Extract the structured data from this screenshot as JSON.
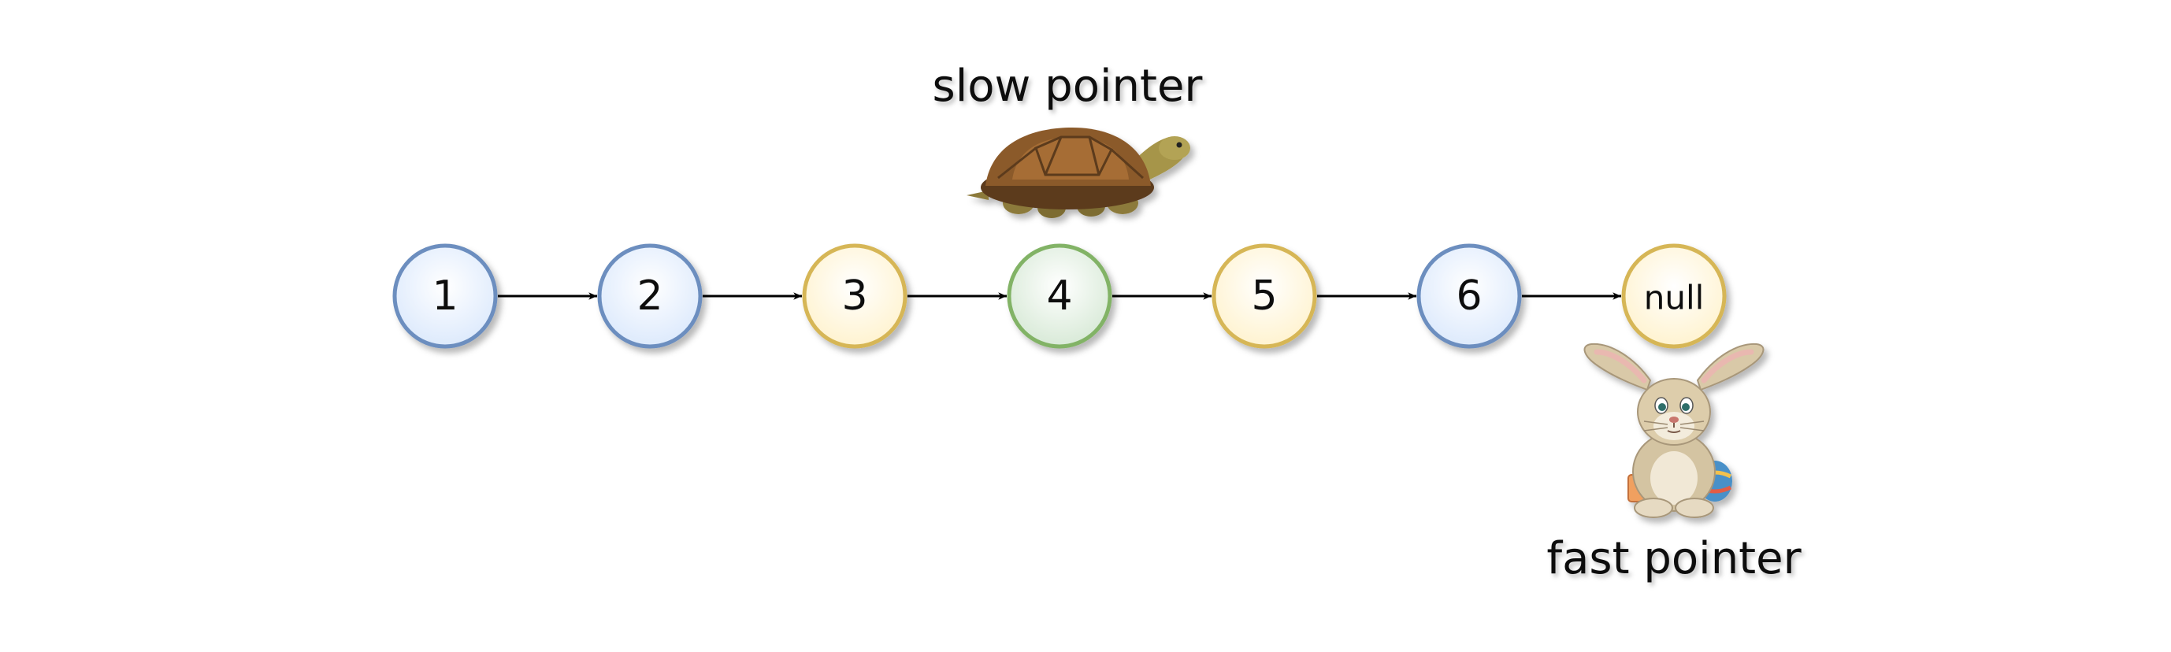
{
  "diagram": {
    "nodes": [
      {
        "label": "1",
        "style": "blue"
      },
      {
        "label": "2",
        "style": "blue"
      },
      {
        "label": "3",
        "style": "yellow"
      },
      {
        "label": "4",
        "style": "green"
      },
      {
        "label": "5",
        "style": "yellow"
      },
      {
        "label": "6",
        "style": "blue"
      },
      {
        "label": "null",
        "style": "yellow"
      }
    ],
    "slow_pointer": {
      "label": "slow pointer",
      "icon": "turtle-icon",
      "points_to": "4"
    },
    "fast_pointer": {
      "label": "fast pointer",
      "icon": "rabbit-icon",
      "points_to": "null"
    }
  },
  "colors": {
    "blue_stroke": "#6c8ebf",
    "blue_fill": "#dae8fc",
    "yellow_stroke": "#d6b656",
    "yellow_fill": "#fff2cc",
    "green_stroke": "#82b366",
    "green_fill": "#d5e8d4",
    "arrow": "#000000"
  }
}
